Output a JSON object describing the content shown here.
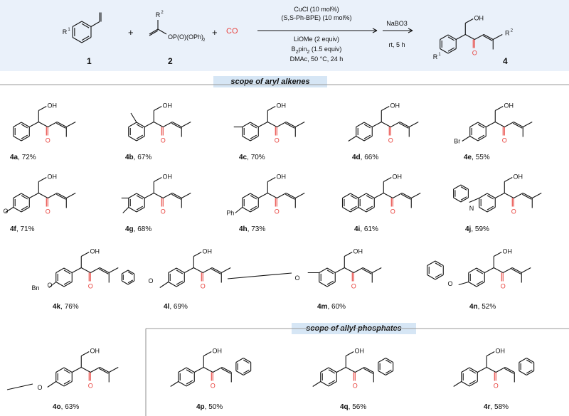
{
  "reaction": {
    "compound1_label": "1",
    "compound2_label": "2",
    "product_label": "4",
    "r1": "R",
    "r1_sup": "1",
    "r2": "R",
    "r2_sup": "2",
    "phosphate_group": "OP(O)(OPh)",
    "phosphate_sub": "2",
    "co": "CO",
    "plus": "+",
    "conditions_above": [
      "CuCl (10 mol%)",
      "(S,S-Ph-BPE) (10 mol%)"
    ],
    "conditions_below": [
      "LiOMe (2 equiv)",
      "B2pin2 (1.5 equiv)",
      "DMAc, 50 °C, 24 h"
    ],
    "step2_above": "NaBO3",
    "step2_below": "rt, 5 h",
    "oh": "OH",
    "o": "O"
  },
  "sections": {
    "aryl_alkenes": "scope of aryl alkenes",
    "allyl_phosphates": "scope of allyl phosphates"
  },
  "substituent_labels": {
    "br": "Br",
    "ph": "Ph",
    "n": "N",
    "bn": "Bn",
    "o": "O"
  },
  "compounds": [
    {
      "id": "4a",
      "yield": "72%"
    },
    {
      "id": "4b",
      "yield": "67%"
    },
    {
      "id": "4c",
      "yield": "70%"
    },
    {
      "id": "4d",
      "yield": "66%"
    },
    {
      "id": "4e",
      "yield": "55%"
    },
    {
      "id": "4f",
      "yield": "71%"
    },
    {
      "id": "4g",
      "yield": "68%"
    },
    {
      "id": "4h",
      "yield": "73%"
    },
    {
      "id": "4i",
      "yield": "61%"
    },
    {
      "id": "4j",
      "yield": "59%"
    },
    {
      "id": "4k",
      "yield": "76%"
    },
    {
      "id": "4l",
      "yield": "69%"
    },
    {
      "id": "4m",
      "yield": "60%"
    },
    {
      "id": "4n",
      "yield": "52%"
    },
    {
      "id": "4o",
      "yield": "63%"
    },
    {
      "id": "4p",
      "yield": "50%"
    },
    {
      "id": "4q",
      "yield": "56%"
    },
    {
      "id": "4r",
      "yield": "58%"
    }
  ],
  "colors": {
    "carbonyl": "#e8413c",
    "co": "#e8413c",
    "panel": "#eaf1fa",
    "tag": "#d6e6f5",
    "frame": "#999999"
  }
}
